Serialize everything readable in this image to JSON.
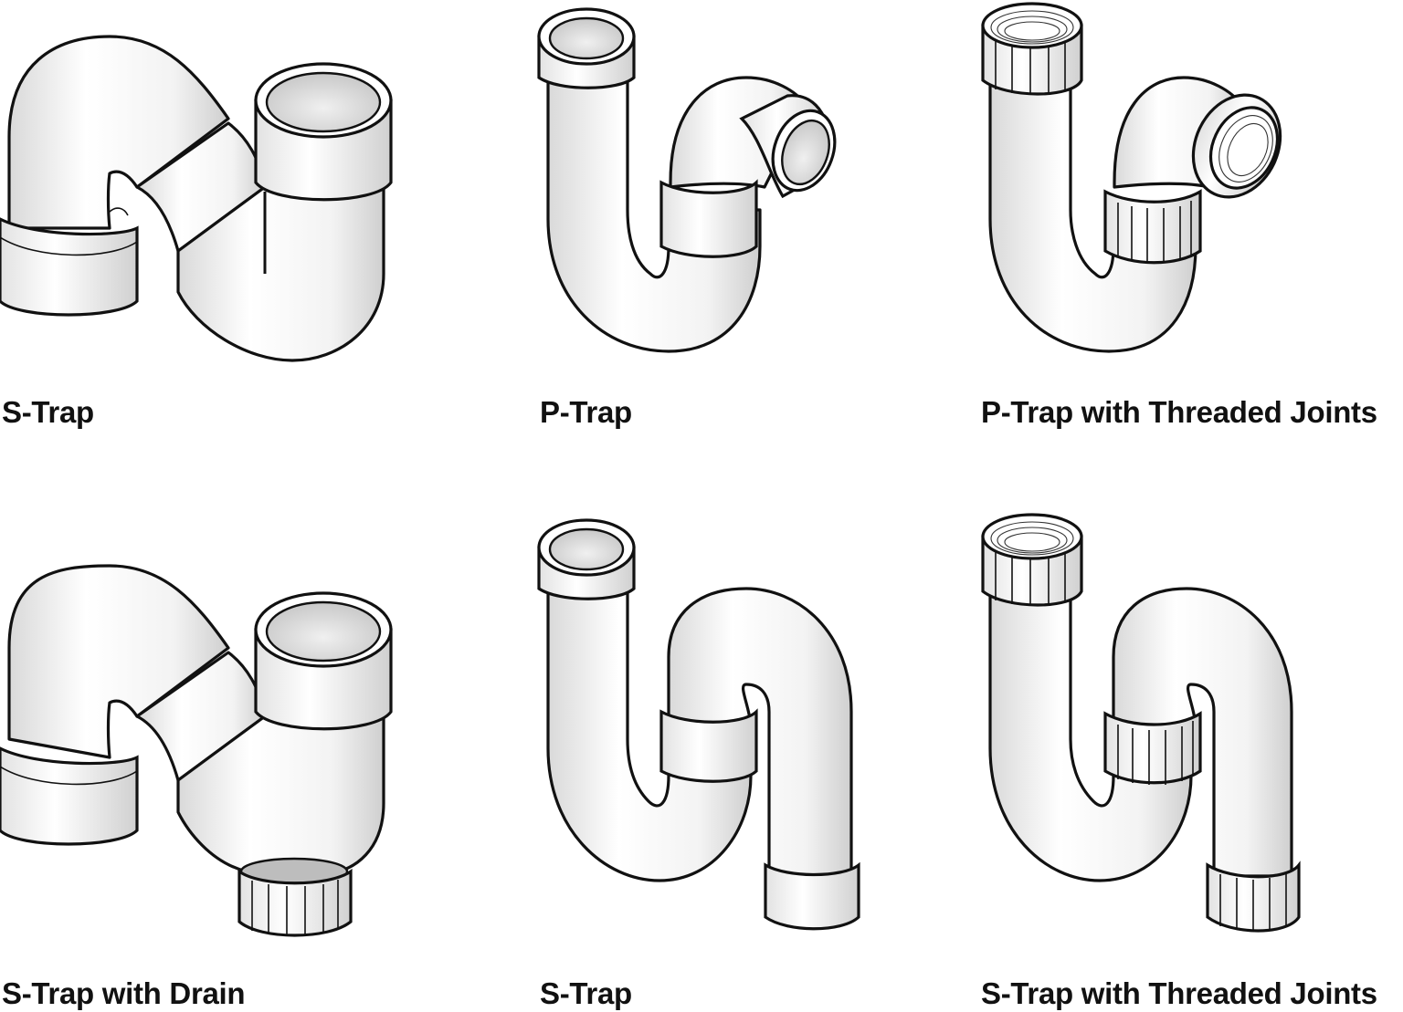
{
  "diagrams": [
    {
      "id": "s-trap-1",
      "caption": "S-Trap",
      "style": "s-trap-elbow",
      "threaded": false,
      "drain": false
    },
    {
      "id": "p-trap",
      "caption": "P-Trap",
      "style": "p-trap",
      "threaded": false
    },
    {
      "id": "p-trap-threaded",
      "caption": "P-Trap with Threaded Joints",
      "style": "p-trap",
      "threaded": true
    },
    {
      "id": "s-trap-drain",
      "caption": "S-Trap with Drain",
      "style": "s-trap-elbow",
      "threaded": false,
      "drain": true
    },
    {
      "id": "s-trap-2",
      "caption": "S-Trap",
      "style": "s-trap",
      "threaded": false
    },
    {
      "id": "s-trap-threaded",
      "caption": "S-Trap with Threaded Joints",
      "style": "s-trap",
      "threaded": true
    }
  ],
  "colors": {
    "outline": "#111111",
    "pipe_light": "#ffffff",
    "pipe_shade": "#d2d2d2",
    "caption": "#111111"
  }
}
